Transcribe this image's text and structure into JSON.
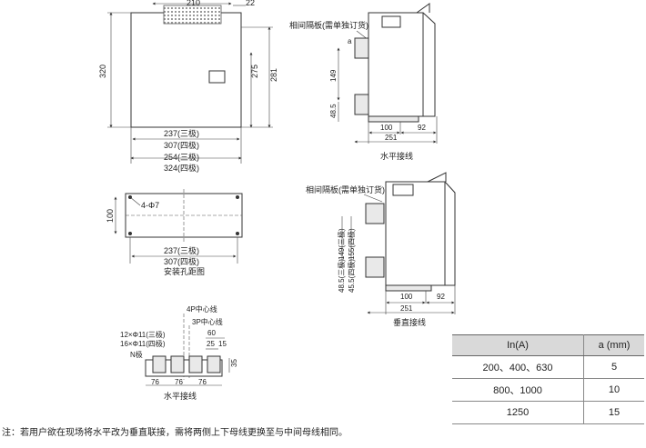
{
  "front_view": {
    "dim_top": "210",
    "dim_top_right": "22",
    "dim_height": "320",
    "dim_275": "275",
    "dim_281": "281",
    "widths": [
      "237(三极)",
      "307(四极)",
      "254(三极)",
      "324(四极)"
    ]
  },
  "mount_view": {
    "dim_100": "100",
    "holes": "4-Φ7",
    "widths": [
      "237(三极)",
      "307(四极)"
    ],
    "caption": "安装孔距图"
  },
  "side_horizontal": {
    "partition_label": "相间隔板(需单独订货)",
    "dim_a": "a",
    "dim_149": "149",
    "dim_48_5": "48.5",
    "dim_100": "100",
    "dim_92": "92",
    "dim_251": "251",
    "caption": "水平接线"
  },
  "side_vertical": {
    "partition_label": "相间隔板(需单独订货)",
    "dim_left_1": "149(三极)",
    "dim_left_2": "155(四极)",
    "dim_left_3": "48.5(三极)",
    "dim_left_4": "45.5(四极)",
    "dim_100": "100",
    "dim_92": "92",
    "dim_251": "251",
    "caption": "垂直接线"
  },
  "bus_view": {
    "label_4p": "4P中心线",
    "label_3p": "3P中心线",
    "label_3pole": "12×Φ11(三极)",
    "label_4pole": "16×Φ11(四极)",
    "label_n": "N极",
    "dim_60": "60",
    "dim_25": "25",
    "dim_15": "15",
    "dim_35": "35",
    "dim_76": [
      "76",
      "76",
      "76"
    ],
    "caption": "水平接线"
  },
  "table": {
    "headers": [
      "In(A)",
      "a (mm)"
    ],
    "rows": [
      [
        "200、400、630",
        "5"
      ],
      [
        "800、1000",
        "10"
      ],
      [
        "1250",
        "15"
      ]
    ]
  },
  "note": "注：若用户欲在现场将水平改为垂直联接，需将两侧上下母线更换至与中间母线相同。"
}
